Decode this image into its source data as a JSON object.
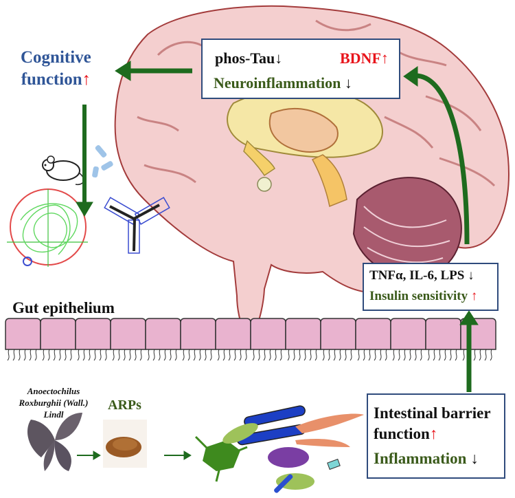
{
  "colors": {
    "cognitive_text": "#2f5597",
    "green_text": "#3a5a1a",
    "red_text": "#e8141b",
    "arrow_green": "#1e6b1e",
    "box_border": "#2f4b7c",
    "brain_pink": "#f2c9c9",
    "epithelium_pink": "#e9b3cf"
  },
  "brain_box": {
    "line1_left": "phos-Tau",
    "line1_right": "BDNF",
    "line2": "Neuroinflammation"
  },
  "cognitive": {
    "line1": "Cognitive",
    "line2": "function"
  },
  "serum_box": {
    "line1": "TNFα, IL-6, LPS",
    "line2": "Insulin sensitivity"
  },
  "gut": {
    "label": "Gut epithelium"
  },
  "gut_box": {
    "line1": "Intestinal barrier",
    "line2": "function",
    "line3": "Inflammation"
  },
  "plant": {
    "line1": "Anoectochilus",
    "line2": "Roxburghii (Wall.)",
    "line3": "Lindl"
  },
  "arps": {
    "label": "ARPs"
  },
  "icons": {
    "up": "↑",
    "down": "↓"
  }
}
